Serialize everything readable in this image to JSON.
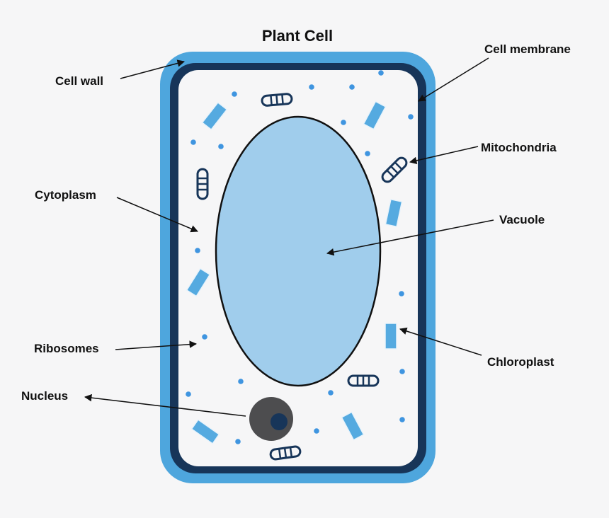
{
  "title": "Plant Cell",
  "labels": {
    "cell_wall": "Cell wall",
    "cell_membrane": "Cell membrane",
    "mitochondria": "Mitochondria",
    "cytoplasm": "Cytoplasm",
    "vacuole": "Vacuole",
    "ribosomes": "Ribosomes",
    "chloroplast": "Chloroplast",
    "nucleus": "Nucleus"
  },
  "colors": {
    "background": "#f6f6f7",
    "cell_wall": "#4ea6dd",
    "cell_membrane": "#173559",
    "cytoplasm": "#f6f6f7",
    "vacuole": "#a0cdec",
    "chloroplast": "#55aae0",
    "nucleus": "#4d4d4f",
    "nucleolus": "#173559",
    "ribosome": "#3f95e0"
  }
}
